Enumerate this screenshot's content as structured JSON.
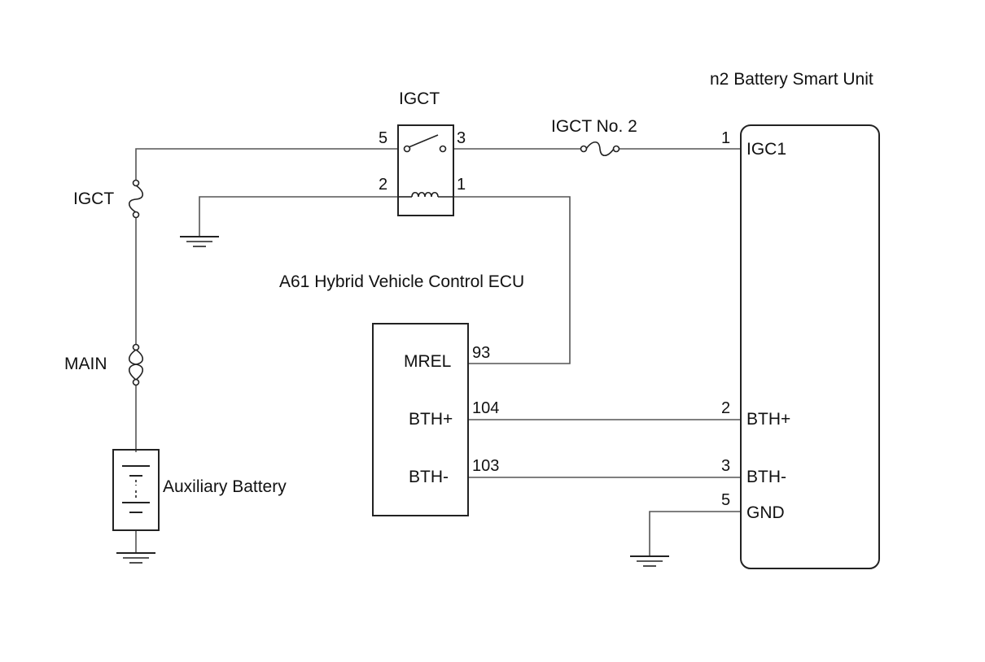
{
  "components": {
    "bsu_title": "n2 Battery Smart Unit",
    "ecu_title": "A61 Hybrid Vehicle Control ECU",
    "relay_title": "IGCT",
    "fuse_igct_no2": "IGCT No. 2",
    "fuse_igct": "IGCT",
    "fuse_main": "MAIN",
    "battery": "Auxiliary Battery"
  },
  "relay_pins": {
    "p5": "5",
    "p3": "3",
    "p2": "2",
    "p1": "1"
  },
  "bsu_pins": [
    {
      "num": "1",
      "name": "IGC1"
    },
    {
      "num": "2",
      "name": "BTH+"
    },
    {
      "num": "3",
      "name": "BTH-"
    },
    {
      "num": "5",
      "name": "GND"
    }
  ],
  "ecu_pins": [
    {
      "num": "93",
      "name": "MREL"
    },
    {
      "num": "104",
      "name": "BTH+"
    },
    {
      "num": "103",
      "name": "BTH-"
    }
  ]
}
